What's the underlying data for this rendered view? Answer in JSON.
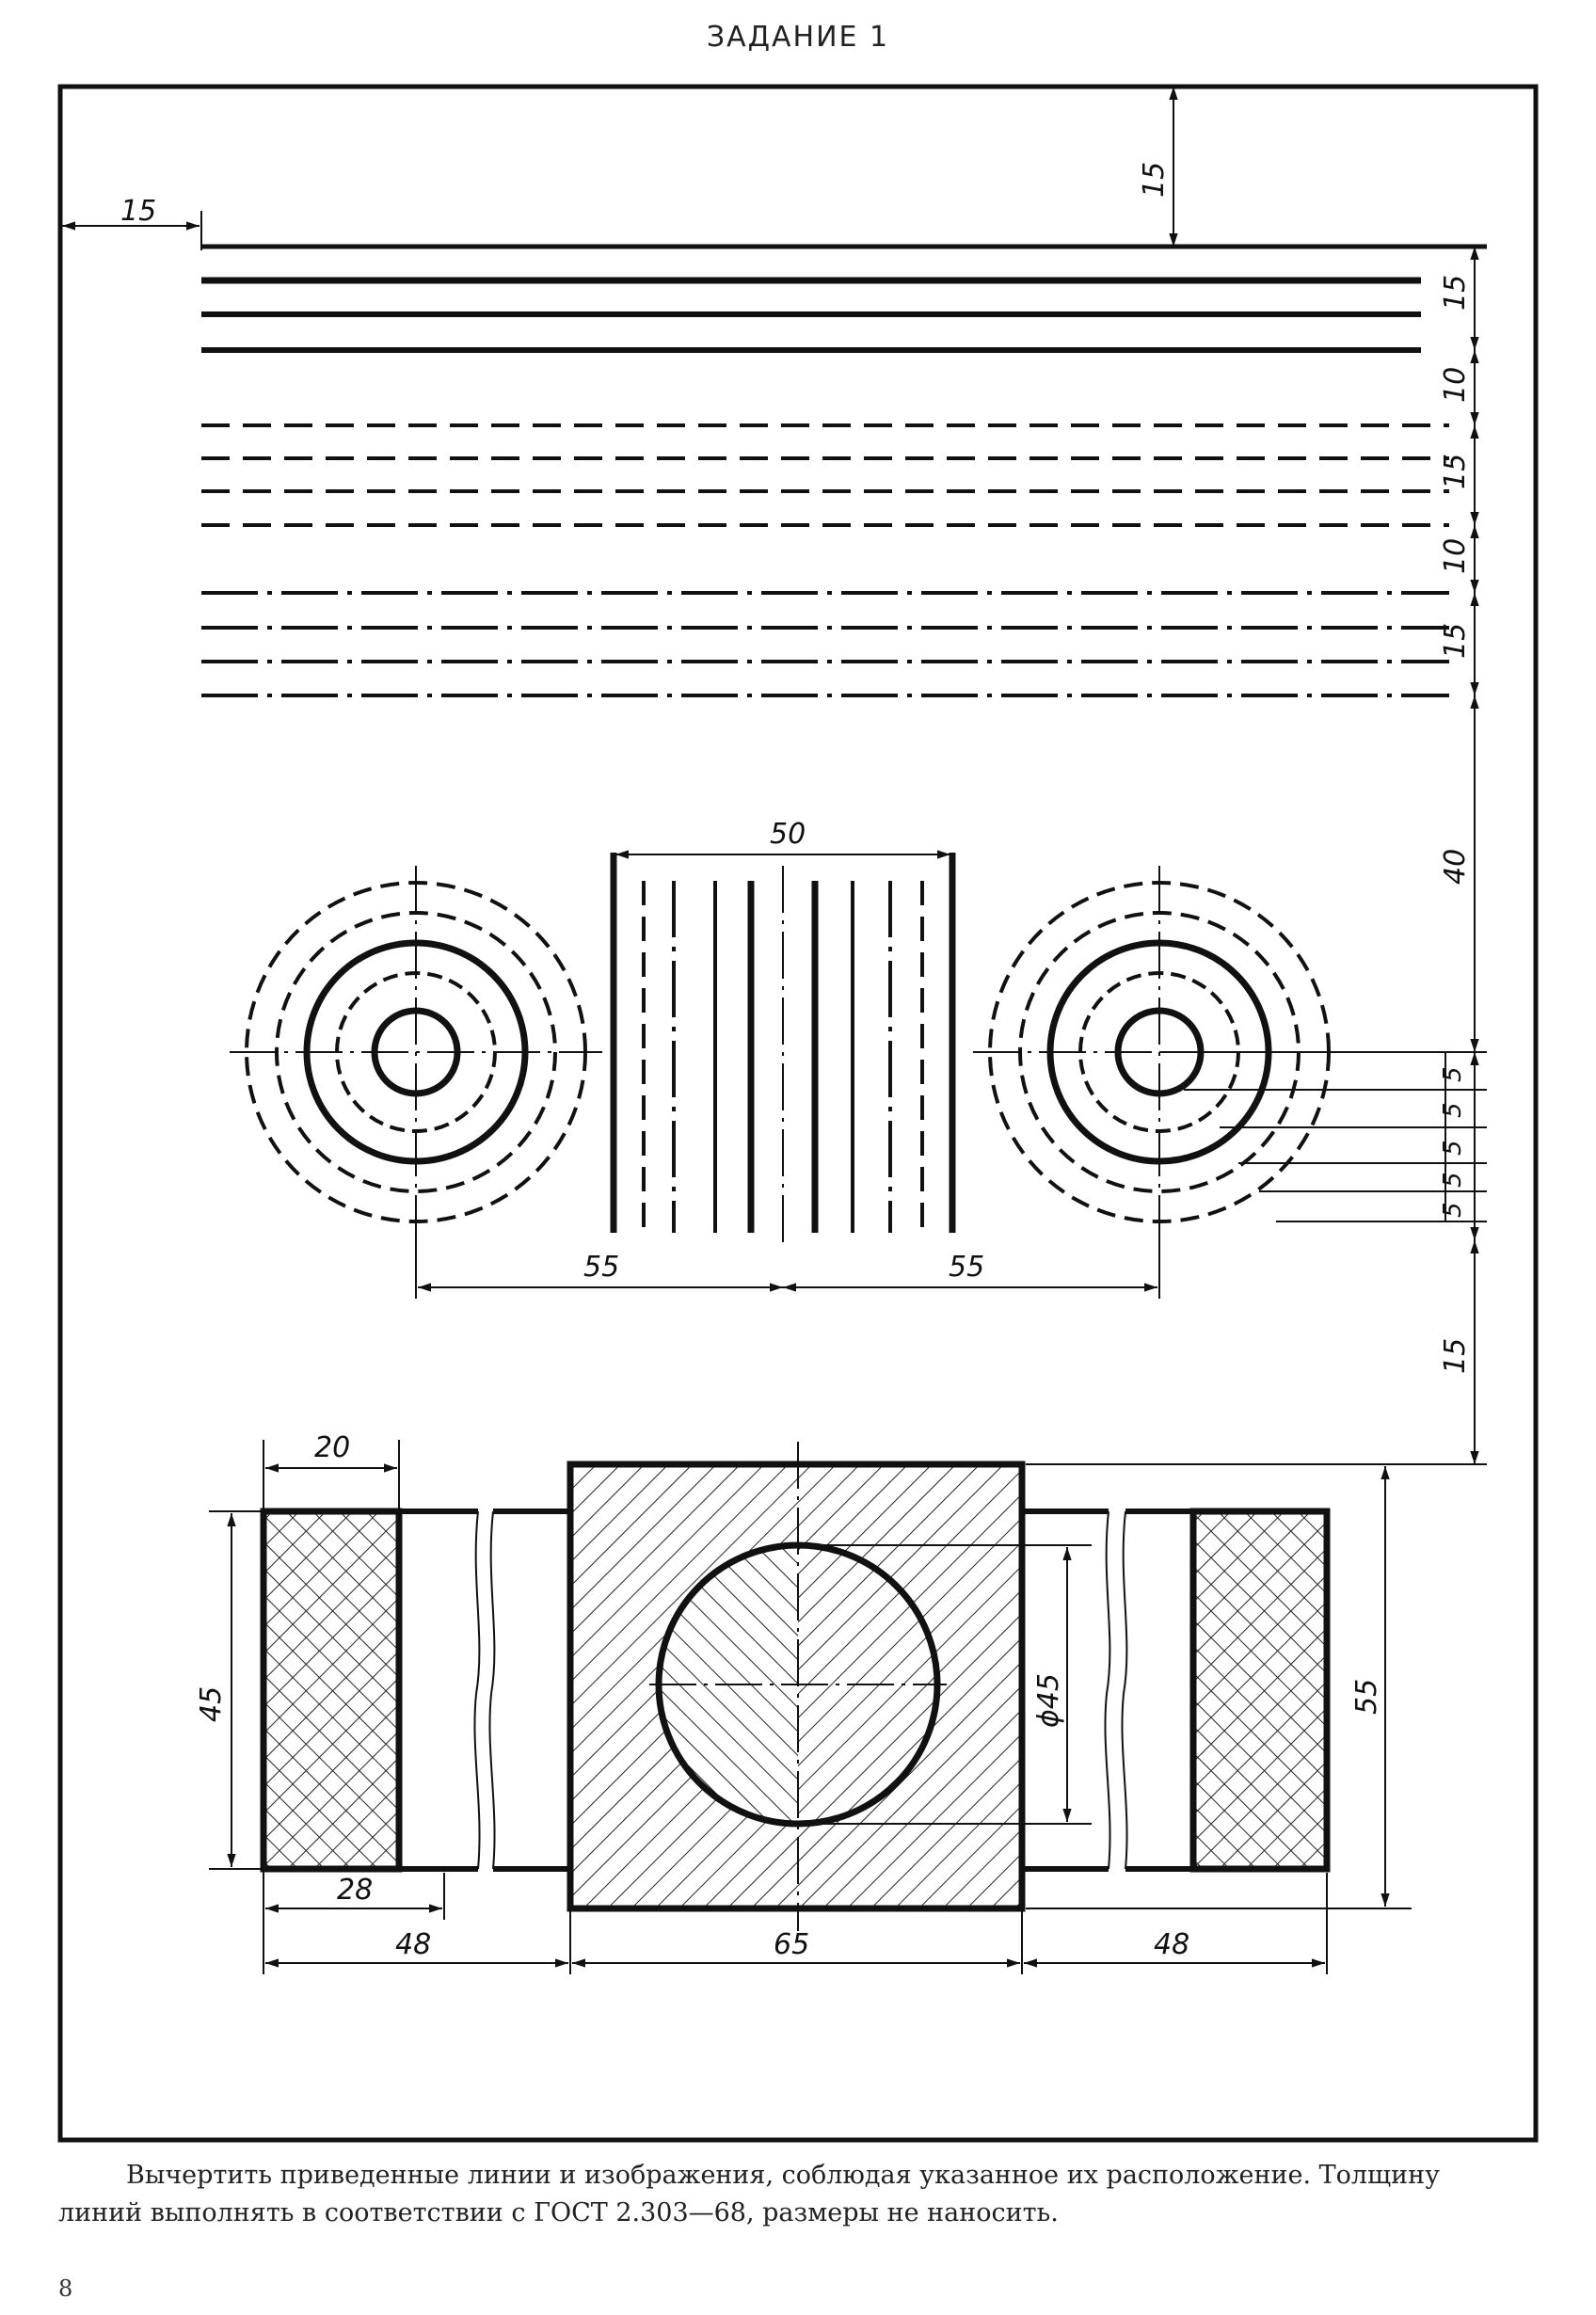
{
  "title": "ЗАДАНИЕ 1",
  "dimensions": {
    "top_margin": "15",
    "left_margin": "15",
    "solid_group_spacing": "15",
    "gap_solid_dashed": "10",
    "dashed_group_spacing": "15",
    "gap_dashed_dashdot": "10",
    "dashdot_group_spacing": "15",
    "gap_to_circles": "40",
    "bars_width": "50",
    "circle_left_offset": "55",
    "circle_right_offset": "55",
    "ring_step_1": "5",
    "ring_step_2": "5",
    "ring_step_3": "5",
    "ring_step_4": "5",
    "ring_step_5": "5",
    "gap_to_sections": "15",
    "hatch_width": "20",
    "left_height": "45",
    "left_inner_width": "28",
    "left_total_width": "48",
    "center_width": "65",
    "circle_diameter": "ϕ45",
    "right_total_width": "48",
    "center_height": "55"
  },
  "instructions": {
    "line1": "Вычертить приведенные линии и изображения, соблюдая указанное их расположение. Толщину",
    "line2": "линий выполнять в соответствии с ГОСТ 2.303—68, размеры не наносить."
  },
  "page_number": "8"
}
